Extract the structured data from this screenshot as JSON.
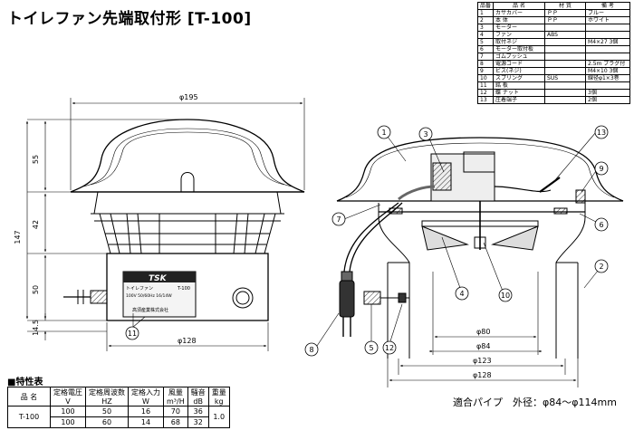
{
  "title": "トイレファン先端取付形 [T-100]",
  "parts_table": {
    "headers": [
      "品番",
      "品 名",
      "材 質",
      "備 考"
    ],
    "rows": [
      [
        "1",
        "カサカバー",
        "ＰＰ",
        "ブルー"
      ],
      [
        "2",
        "本 体",
        "ＰＰ",
        "ホワイト"
      ],
      [
        "3",
        "モーター",
        "",
        ""
      ],
      [
        "4",
        "ファン",
        "ABS",
        ""
      ],
      [
        "5",
        "取付ネジ",
        "",
        "M4×27 3個"
      ],
      [
        "6",
        "モーター取付板",
        "",
        ""
      ],
      [
        "7",
        "ゴムブッシュ",
        "",
        ""
      ],
      [
        "8",
        "電源コード",
        "",
        "2.5m プラグ付"
      ],
      [
        "9",
        "ビス(ネジ)",
        "",
        "M4×10 3個"
      ],
      [
        "10",
        "スプリング",
        "SUS",
        "線径φ1×3巻"
      ],
      [
        "11",
        "銘 板",
        "",
        ""
      ],
      [
        "12",
        "蝶 ナット",
        "",
        "3個"
      ],
      [
        "13",
        "圧着端子",
        "",
        "2個"
      ]
    ]
  },
  "dimensions": {
    "top_width": "φ195",
    "height_55": "55",
    "height_42": "42",
    "height_50": "50",
    "height_147": "147",
    "height_14_5": "14.5",
    "bottom_width": "φ128",
    "d80": "φ80",
    "d84": "φ84",
    "d123": "φ123",
    "d128": "φ128"
  },
  "nameplate": {
    "logo": "TSK",
    "name": "トイレファン",
    "model": "T-100",
    "rating": "100V 50/60Hz 16/14W",
    "maker": "高須産業株式会社"
  },
  "callouts": [
    "1",
    "2",
    "3",
    "4",
    "5",
    "6",
    "7",
    "8",
    "9",
    "10",
    "11",
    "12",
    "13"
  ],
  "spec_title": "■特性表",
  "spec_table": {
    "headers": [
      {
        "main": "品 名",
        "unit": ""
      },
      {
        "main": "定格電圧",
        "unit": "V"
      },
      {
        "main": "定格周波数",
        "unit": "HZ"
      },
      {
        "main": "定格入力",
        "unit": "W"
      },
      {
        "main": "風量",
        "unit": "m³/H"
      },
      {
        "main": "騒音",
        "unit": "dB"
      },
      {
        "main": "重量",
        "unit": "kg"
      }
    ],
    "model": "T-100",
    "weight": "1.0",
    "rows": [
      [
        "100",
        "50",
        "16",
        "70",
        "36"
      ],
      [
        "100",
        "60",
        "14",
        "68",
        "32"
      ]
    ]
  },
  "pipe_note": "適合パイプ　外径：φ84〜φ114mm"
}
